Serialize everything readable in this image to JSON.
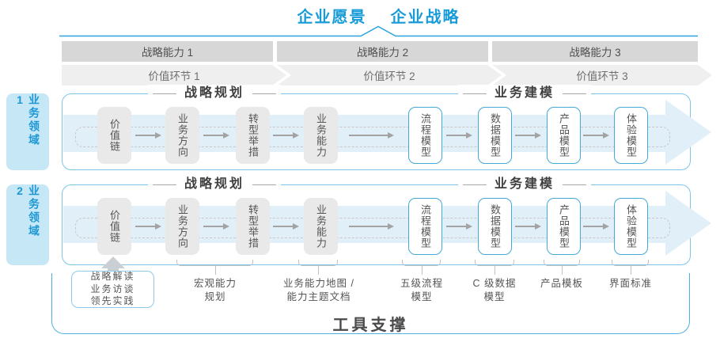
{
  "header": {
    "vision": "企业愿景",
    "strategy": "企业战略"
  },
  "capability_bands": [
    "战略能力 1",
    "战略能力 2",
    "战略能力 3"
  ],
  "value_link_bands": [
    "价值环节 1",
    "价值环节 2",
    "价值环节 3"
  ],
  "domains": [
    "业务领域 1",
    "业务领域 2"
  ],
  "row": {
    "planning_header": "战略规划",
    "modeling_header": "业务建模",
    "planning_boxes": [
      "价值链",
      "业务方向",
      "转型举措",
      "业务能力"
    ],
    "modeling_boxes": [
      "流程模型",
      "数据模型",
      "产品模型",
      "体验模型"
    ]
  },
  "annotations": {
    "practice_box": [
      "战略解读",
      "业务访谈",
      "领先实践"
    ],
    "labels": [
      {
        "l1": "宏观能力",
        "l2": "规划"
      },
      {
        "l1": "业务能力地图 /",
        "l2": "能力主题文档"
      },
      {
        "l1": "五级流程",
        "l2": "模型"
      },
      {
        "l1": "C 级数据",
        "l2": "模型"
      },
      {
        "l1": "产品模板",
        "l2": ""
      },
      {
        "l1": "界面标准",
        "l2": ""
      }
    ]
  },
  "tools_title": "工具支撑",
  "colors": {
    "accent_blue": "#189BD9",
    "container_border": "#7CC5E8",
    "flow_arrow_fill": "#E1EFF9",
    "band_gray": "#D7D7D7",
    "chevron_gray": "#EFEFEF",
    "box_gray": "#E9E9E9",
    "domain_fill": "#C6E8F6",
    "text_dark": "#4F4F4F"
  }
}
